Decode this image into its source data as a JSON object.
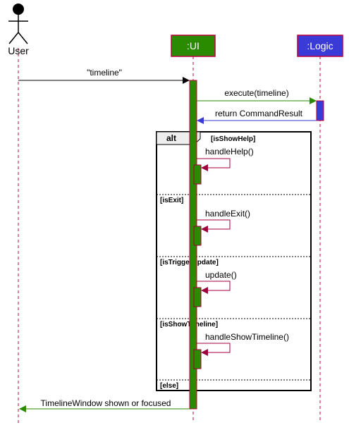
{
  "participants": {
    "user": {
      "label": "User"
    },
    "ui": {
      "label": ":UI",
      "fill": "#2a8a00",
      "border": "#c0003c",
      "text_color": "#ffffff"
    },
    "logic": {
      "label": ":Logic",
      "fill": "#3a3ad6",
      "border": "#c0003c",
      "text_color": "#ffffff"
    }
  },
  "messages": {
    "user_to_ui": "\"timeline\"",
    "execute": "execute(timeline)",
    "return_result": "return CommandResult",
    "handle_help": "handleHelp()",
    "handle_exit": "handleExit()",
    "update": "update()",
    "handle_show_timeline": "handleShowTimeline()",
    "response": "TimelineWindow shown or focused"
  },
  "alt_fragment": {
    "keyword": "alt",
    "guards": [
      "[isShowHelp]",
      "[isExit]",
      "[isTriggerUpdate]",
      "[isShowTimeline]",
      "[else]"
    ]
  },
  "colors": {
    "ui_activation": "#2a8a00",
    "logic_activation": "#3a3ad6",
    "self_call": "#a0003c",
    "execute_arrow": "#2a8a00",
    "return_arrow": "#3a3ad6",
    "lifeline": "#c0003c",
    "response_arrow": "#2a8a00"
  }
}
